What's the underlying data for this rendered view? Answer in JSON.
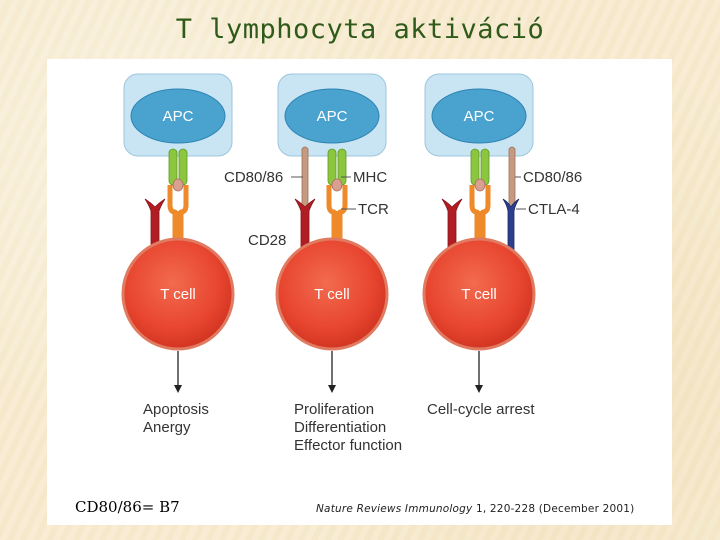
{
  "title": "T lymphocyta aktiváció",
  "diagram": {
    "apc_label": "APC",
    "tcell_label": "T cell",
    "labels": {
      "cd80_86_left": "CD80/86",
      "mhc": "MHC",
      "tcr": "TCR",
      "cd28": "CD28",
      "cd80_86_right": "CD80/86",
      "ctla4": "CTLA-4"
    },
    "outcomes": {
      "panel1": [
        "Apoptosis",
        "Anergy"
      ],
      "panel2": [
        "Proliferation",
        "Differentiation",
        "Effector function"
      ],
      "panel3": [
        "Cell-cycle arrest"
      ]
    }
  },
  "footer": {
    "note": "CD80/86= B7",
    "citation_journal": "Nature Reviews Immunology",
    "citation_rest": " 1, 220-228 (December 2001)"
  },
  "colors": {
    "background": "#f7ecd0",
    "title": "#2f5a1a",
    "apc_box": "#c9e4f2",
    "apc_cell": "#4aa3cf",
    "t_cell": "#e8452f",
    "mhc_green": "#8cc63f",
    "tcr_orange": "#ee8a2a",
    "cd28_red": "#b01e24",
    "cd80_tan": "#c69a80",
    "ctla4_blue": "#2d3f8c"
  }
}
